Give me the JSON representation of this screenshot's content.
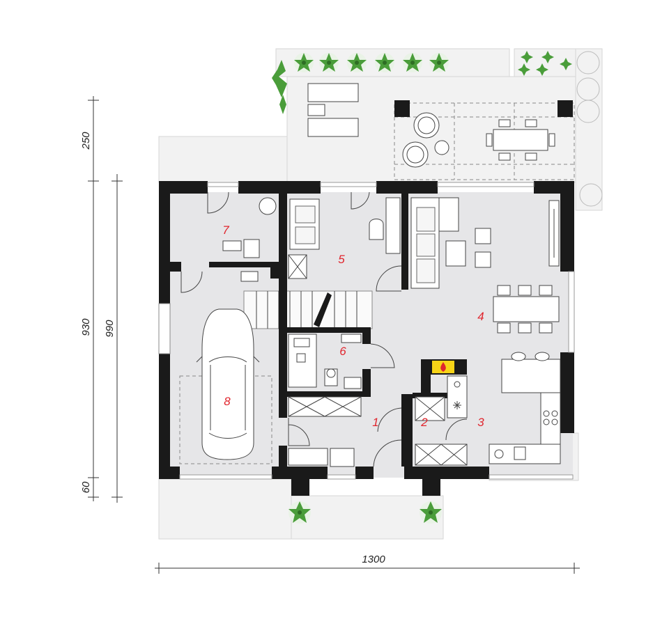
{
  "plan": {
    "rooms": [
      {
        "id": "1",
        "label": "1"
      },
      {
        "id": "2",
        "label": "2"
      },
      {
        "id": "3",
        "label": "3"
      },
      {
        "id": "4",
        "label": "4"
      },
      {
        "id": "5",
        "label": "5"
      },
      {
        "id": "6",
        "label": "6"
      },
      {
        "id": "7",
        "label": "7"
      },
      {
        "id": "8",
        "label": "8"
      }
    ],
    "dimensions": {
      "vertical_outer": [
        "250",
        "930",
        "60"
      ],
      "vertical_inner": "990",
      "horizontal": "1300"
    }
  },
  "colors": {
    "room_label": "#e0262e",
    "wall": "#1a1a1a",
    "floor": "#e6e6e8",
    "plant": "#4a9d3a",
    "fireplace": "#f7d417"
  }
}
